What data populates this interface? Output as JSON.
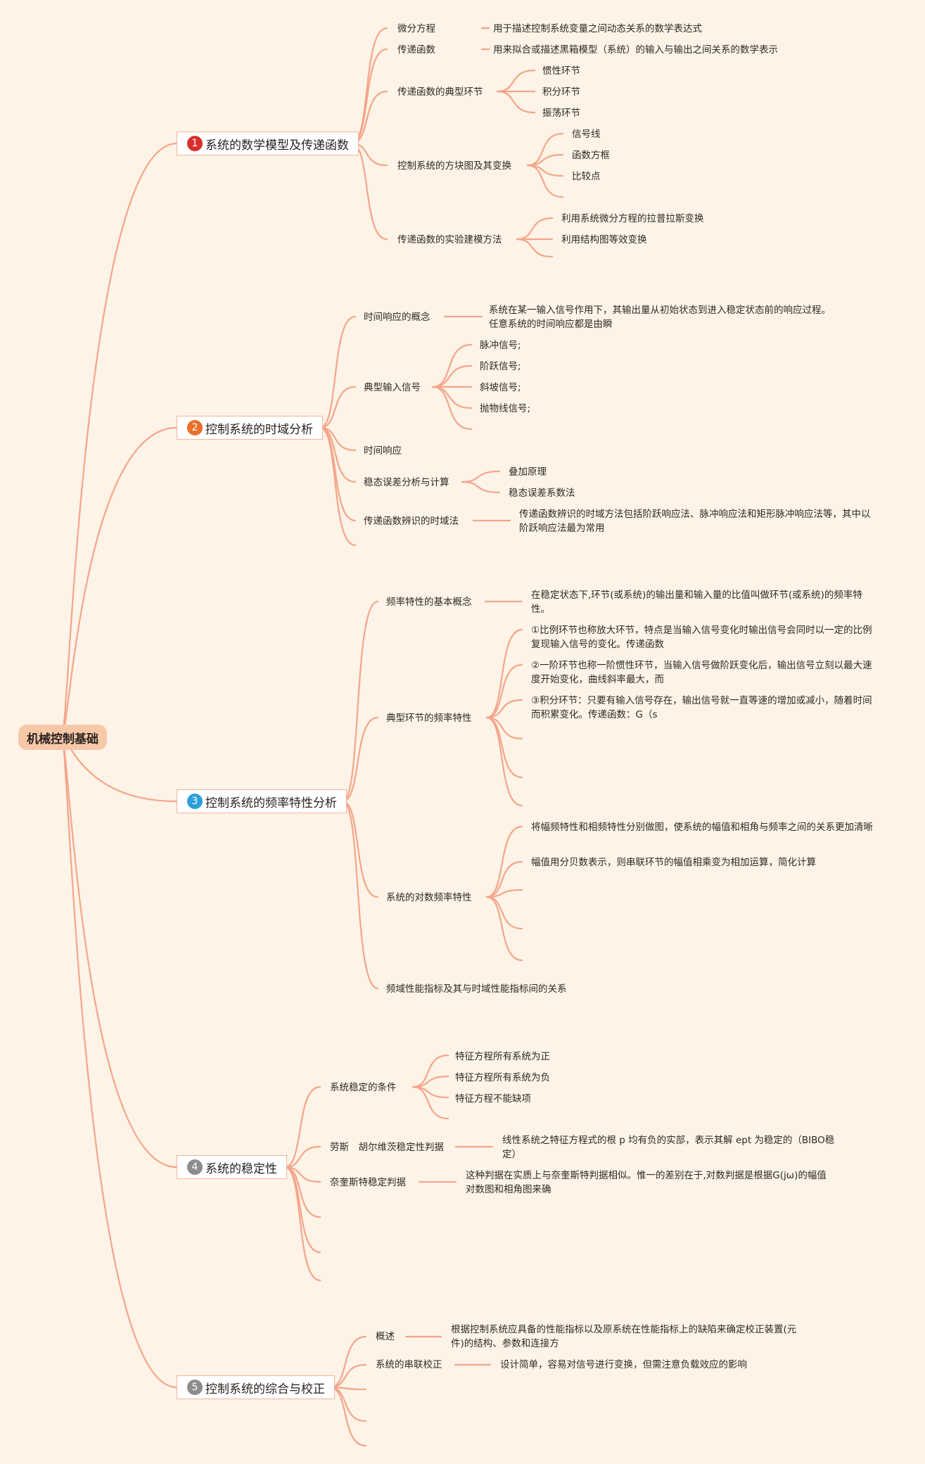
{
  "root": "机械控制基础",
  "colors": {
    "background": "#fdf3e7",
    "root_fill": "#f7c8a8",
    "connector": "#f4a58a",
    "node_border": "#f2b49a",
    "badge_1": "#d9302c",
    "badge_2": "#e8702a",
    "badge_3": "#2d9fd9",
    "badge_4": "#8c8c8c",
    "badge_5": "#8c8c8c"
  },
  "branches": [
    {
      "num": "1",
      "title": "系统的数学模型及传递函数",
      "children": [
        {
          "label": "微分方程",
          "note": "用于描述控制系统变量之间动态关系的数学表达式"
        },
        {
          "label": "传递函数",
          "note": "用来拟合或描述黑箱模型（系统）的输入与输出之间关系的数学表示"
        },
        {
          "label": "传递函数的典型环节",
          "items": [
            "惯性环节",
            "积分环节",
            "振荡环节"
          ]
        },
        {
          "label": "控制系统的方块图及其变换",
          "items": [
            "信号线",
            "函数方框",
            "比较点"
          ]
        },
        {
          "label": "传递函数的实验建模方法",
          "items": [
            "利用系统微分方程的拉普拉斯变换",
            "利用结构图等效变换"
          ]
        }
      ]
    },
    {
      "num": "2",
      "title": "控制系统的时域分析",
      "children": [
        {
          "label": "时间响应的概念",
          "note": "系统在某一输入信号作用下，其输出量从初始状态到进入稳定状态前的响应过程。任意系统的时间响应都是由瞬"
        },
        {
          "label": "典型输入信号",
          "items": [
            "脉冲信号;",
            "阶跃信号;",
            "斜坡信号;",
            "抛物线信号;"
          ]
        },
        {
          "label": "时间响应"
        },
        {
          "label": "稳态误差分析与计算",
          "items": [
            "叠加原理",
            "稳态误差系数法"
          ]
        },
        {
          "label": "传递函数辨识的时域法",
          "note": "传递函数辨识的时域方法包括阶跃响应法、脉冲响应法和矩形脉冲响应法等，其中以阶跃响应法最为常用"
        }
      ]
    },
    {
      "num": "3",
      "title": "控制系统的频率特性分析",
      "children": [
        {
          "label": "频率特性的基本概念",
          "note": "在稳定状态下,环节(或系统)的输出量和输入量的比值叫做环节(或系统)的频率特性。"
        },
        {
          "label": "典型环节的频率特性",
          "items": [
            "①比例环节也称放大环节，特点是当输入信号变化时输出信号会同时以一定的比例复现输入信号的变化。传递函数",
            "②一阶环节也称一阶惯性环节，当输入信号做阶跃变化后，输出信号立刻以最大速度开始变化，曲线斜率最大，而",
            "③积分环节：只要有输入信号存在，输出信号就一直等速的增加或减小，随着时间而积累变化。传递函数：G（s"
          ]
        },
        {
          "label": "系统的对数频率特性",
          "items": [
            "将幅频特性和相频特性分别做图，使系统的幅值和相角与频率之间的关系更加清晰",
            "幅值用分贝数表示，则串联环节的幅值相乘变为相加运算，简化计算"
          ]
        },
        {
          "label": "频域性能指标及其与时域性能指标间的关系"
        }
      ]
    },
    {
      "num": "4",
      "title": "系统的稳定性",
      "children": [
        {
          "label": "系统稳定的条件",
          "items": [
            "特征方程所有系统为正",
            "特征方程所有系统为负",
            "特征方程不能缺项"
          ]
        },
        {
          "label": "劳斯　胡尔维茨稳定性判据",
          "note": "线性系统之特征方程式的根 p 均有负的实部，表示其解 ept 为稳定的（BIBO稳定）"
        },
        {
          "label": "奈奎斯特稳定判据",
          "note": "这种判据在实质上与奈奎斯特判据相似。惟一的差别在于,对数判据是根据G(jω)的幅值对数图和相角图来确"
        }
      ]
    },
    {
      "num": "5",
      "title": "控制系统的综合与校正",
      "children": [
        {
          "label": "概述",
          "note": "根据控制系统应具备的性能指标以及原系统在性能指标上的缺陷来确定校正装置(元件)的结构、参数和连接方"
        },
        {
          "label": "系统的串联校正",
          "note": "设计简单，容易对信号进行变换，但需注意负载效应的影响"
        }
      ]
    }
  ]
}
